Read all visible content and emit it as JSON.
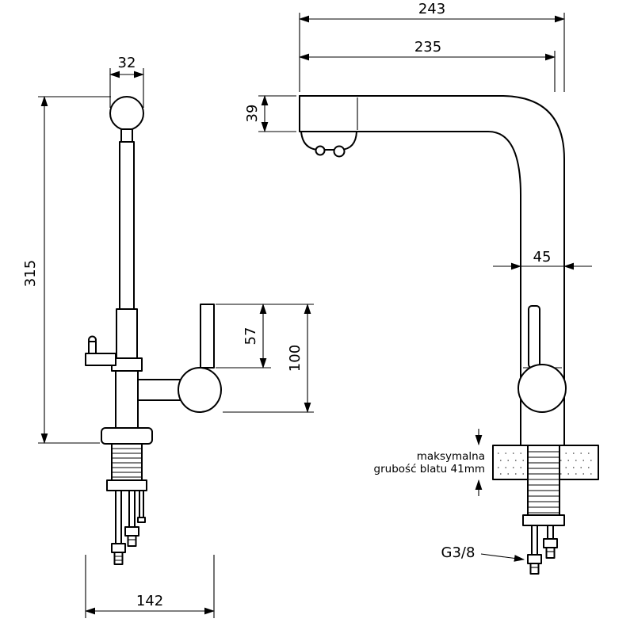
{
  "drawing": {
    "front_view": {
      "dim_spout_head_diameter": "32",
      "dim_total_height": "315",
      "dim_handle_height": "57",
      "dim_handle_offset": "100",
      "dim_base_span": "142"
    },
    "side_view": {
      "dim_overall_reach": "243",
      "dim_spout_reach": "235",
      "dim_spout_height": "39",
      "dim_body_depth": "45",
      "counter_note_line1": "maksymalna",
      "counter_note_line2": "grubość blatu 41mm",
      "thread_label": "G3/8"
    },
    "colors": {
      "line": "#000000",
      "countertop_fill": "#d6d6d6"
    }
  }
}
